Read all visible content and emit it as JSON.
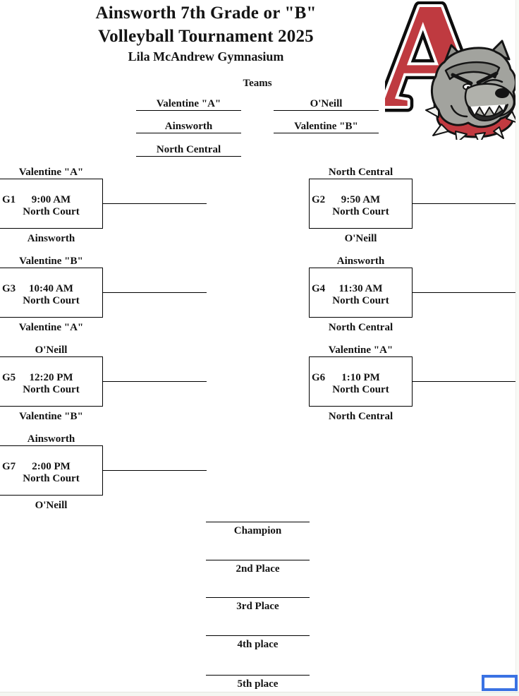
{
  "header": {
    "title_line1": "Ainsworth 7th Grade or \"B\"",
    "title_line2": "Volleyball Tournament 2025",
    "subtitle": "Lila McAndrew Gymnasium"
  },
  "teams": {
    "heading": "Teams",
    "entries": [
      "Valentine \"A\"",
      "O'Neill",
      "Ainsworth",
      "Valentine \"B\"",
      "North Central"
    ]
  },
  "games": [
    {
      "id": "G1",
      "time": "9:00 AM",
      "court": "North Court",
      "top_team": "Valentine \"A\"",
      "bottom_team": "Ainsworth"
    },
    {
      "id": "G2",
      "time": "9:50 AM",
      "court": "North Court",
      "top_team": "North Central",
      "bottom_team": "O'Neill"
    },
    {
      "id": "G3",
      "time": "10:40 AM",
      "court": "North Court",
      "top_team": "Valentine \"B\"",
      "bottom_team": "Valentine \"A\""
    },
    {
      "id": "G4",
      "time": "11:30 AM",
      "court": "North Court",
      "top_team": "Ainsworth",
      "bottom_team": "North Central"
    },
    {
      "id": "G5",
      "time": "12:20 PM",
      "court": "North Court",
      "top_team": "O'Neill",
      "bottom_team": "Valentine \"B\""
    },
    {
      "id": "G6",
      "time": "1:10 PM",
      "court": "North Court",
      "top_team": "Valentine \"A\"",
      "bottom_team": "North Central"
    },
    {
      "id": "G7",
      "time": "2:00 PM",
      "court": "North Court",
      "top_team": "Ainsworth",
      "bottom_team": "O'Neill"
    }
  ],
  "placements": [
    "Champion",
    "2nd Place",
    "3rd Place",
    "4th place",
    "5th place"
  ],
  "logo": {
    "letter": "A",
    "mascot": "bulldog",
    "letter_color": "#bf3a40",
    "outline_color": "#0d0d0d",
    "mascot_gray": "#a2a39e"
  },
  "colors": {
    "text": "#141414",
    "line": "#000000",
    "selection_blue": "#3a72e3",
    "page_edge_gray": "#f4f6f1"
  }
}
